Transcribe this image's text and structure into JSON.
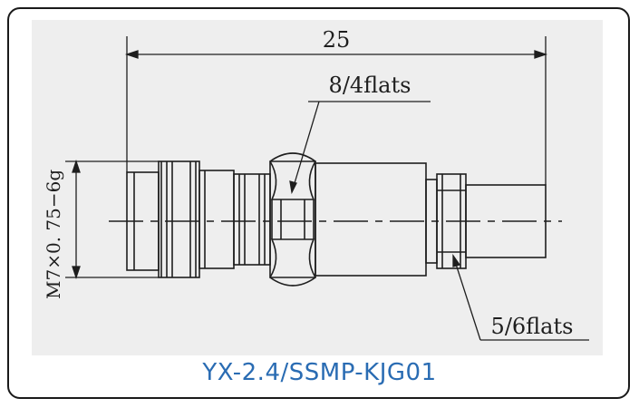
{
  "diagram": {
    "dim_length": "25",
    "label_flats_hex": "8/4flats",
    "label_flats_small": "5/6flats",
    "label_thread": "M7×0. 75−6g",
    "line_color": "#1e1e1e",
    "bg_color": "#eeeeee"
  },
  "caption": {
    "title": "YX-2.4/SSMP-KJG01",
    "color": "#2a6cb3"
  }
}
